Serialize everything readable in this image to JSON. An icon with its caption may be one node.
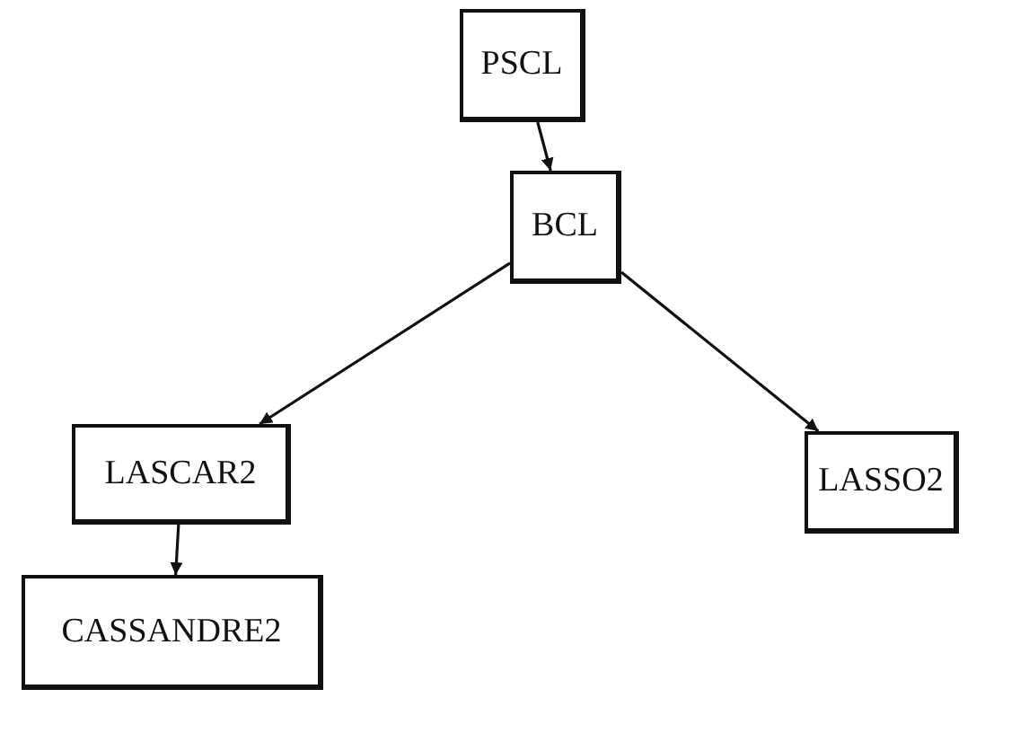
{
  "diagram": {
    "nodes": [
      {
        "text": [
          "PSCL"
        ]
      },
      {
        "text": [
          "BCL"
        ]
      },
      {
        "text": [
          "LASCAR2"
        ]
      },
      {
        "text": [
          "LASSO2"
        ]
      },
      {
        "text": [
          "CASSANDRE2"
        ]
      }
    ],
    "edges": [
      {
        "from": 0,
        "to": 1,
        "arrow": "to"
      },
      {
        "from": 1,
        "to": 2,
        "arrow": "to"
      },
      {
        "from": 1,
        "to": 3,
        "arrow": "to"
      },
      {
        "from": 2,
        "to": 4,
        "arrow": "to"
      }
    ]
  }
}
